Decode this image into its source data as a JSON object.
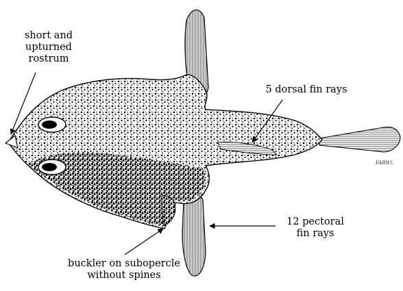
{
  "labels": {
    "rostrum": [
      "short and",
      "upturned",
      "rostrum"
    ],
    "dorsal": [
      "5 dorsal fin rays"
    ],
    "pectoral": [
      "12 pectoral",
      "fin rays"
    ],
    "buckler": [
      "buckler on subopercle",
      "without spines"
    ]
  },
  "artist_signature": "FARWL",
  "colors": {
    "ink": "#000000",
    "paper": "#ffffff"
  }
}
